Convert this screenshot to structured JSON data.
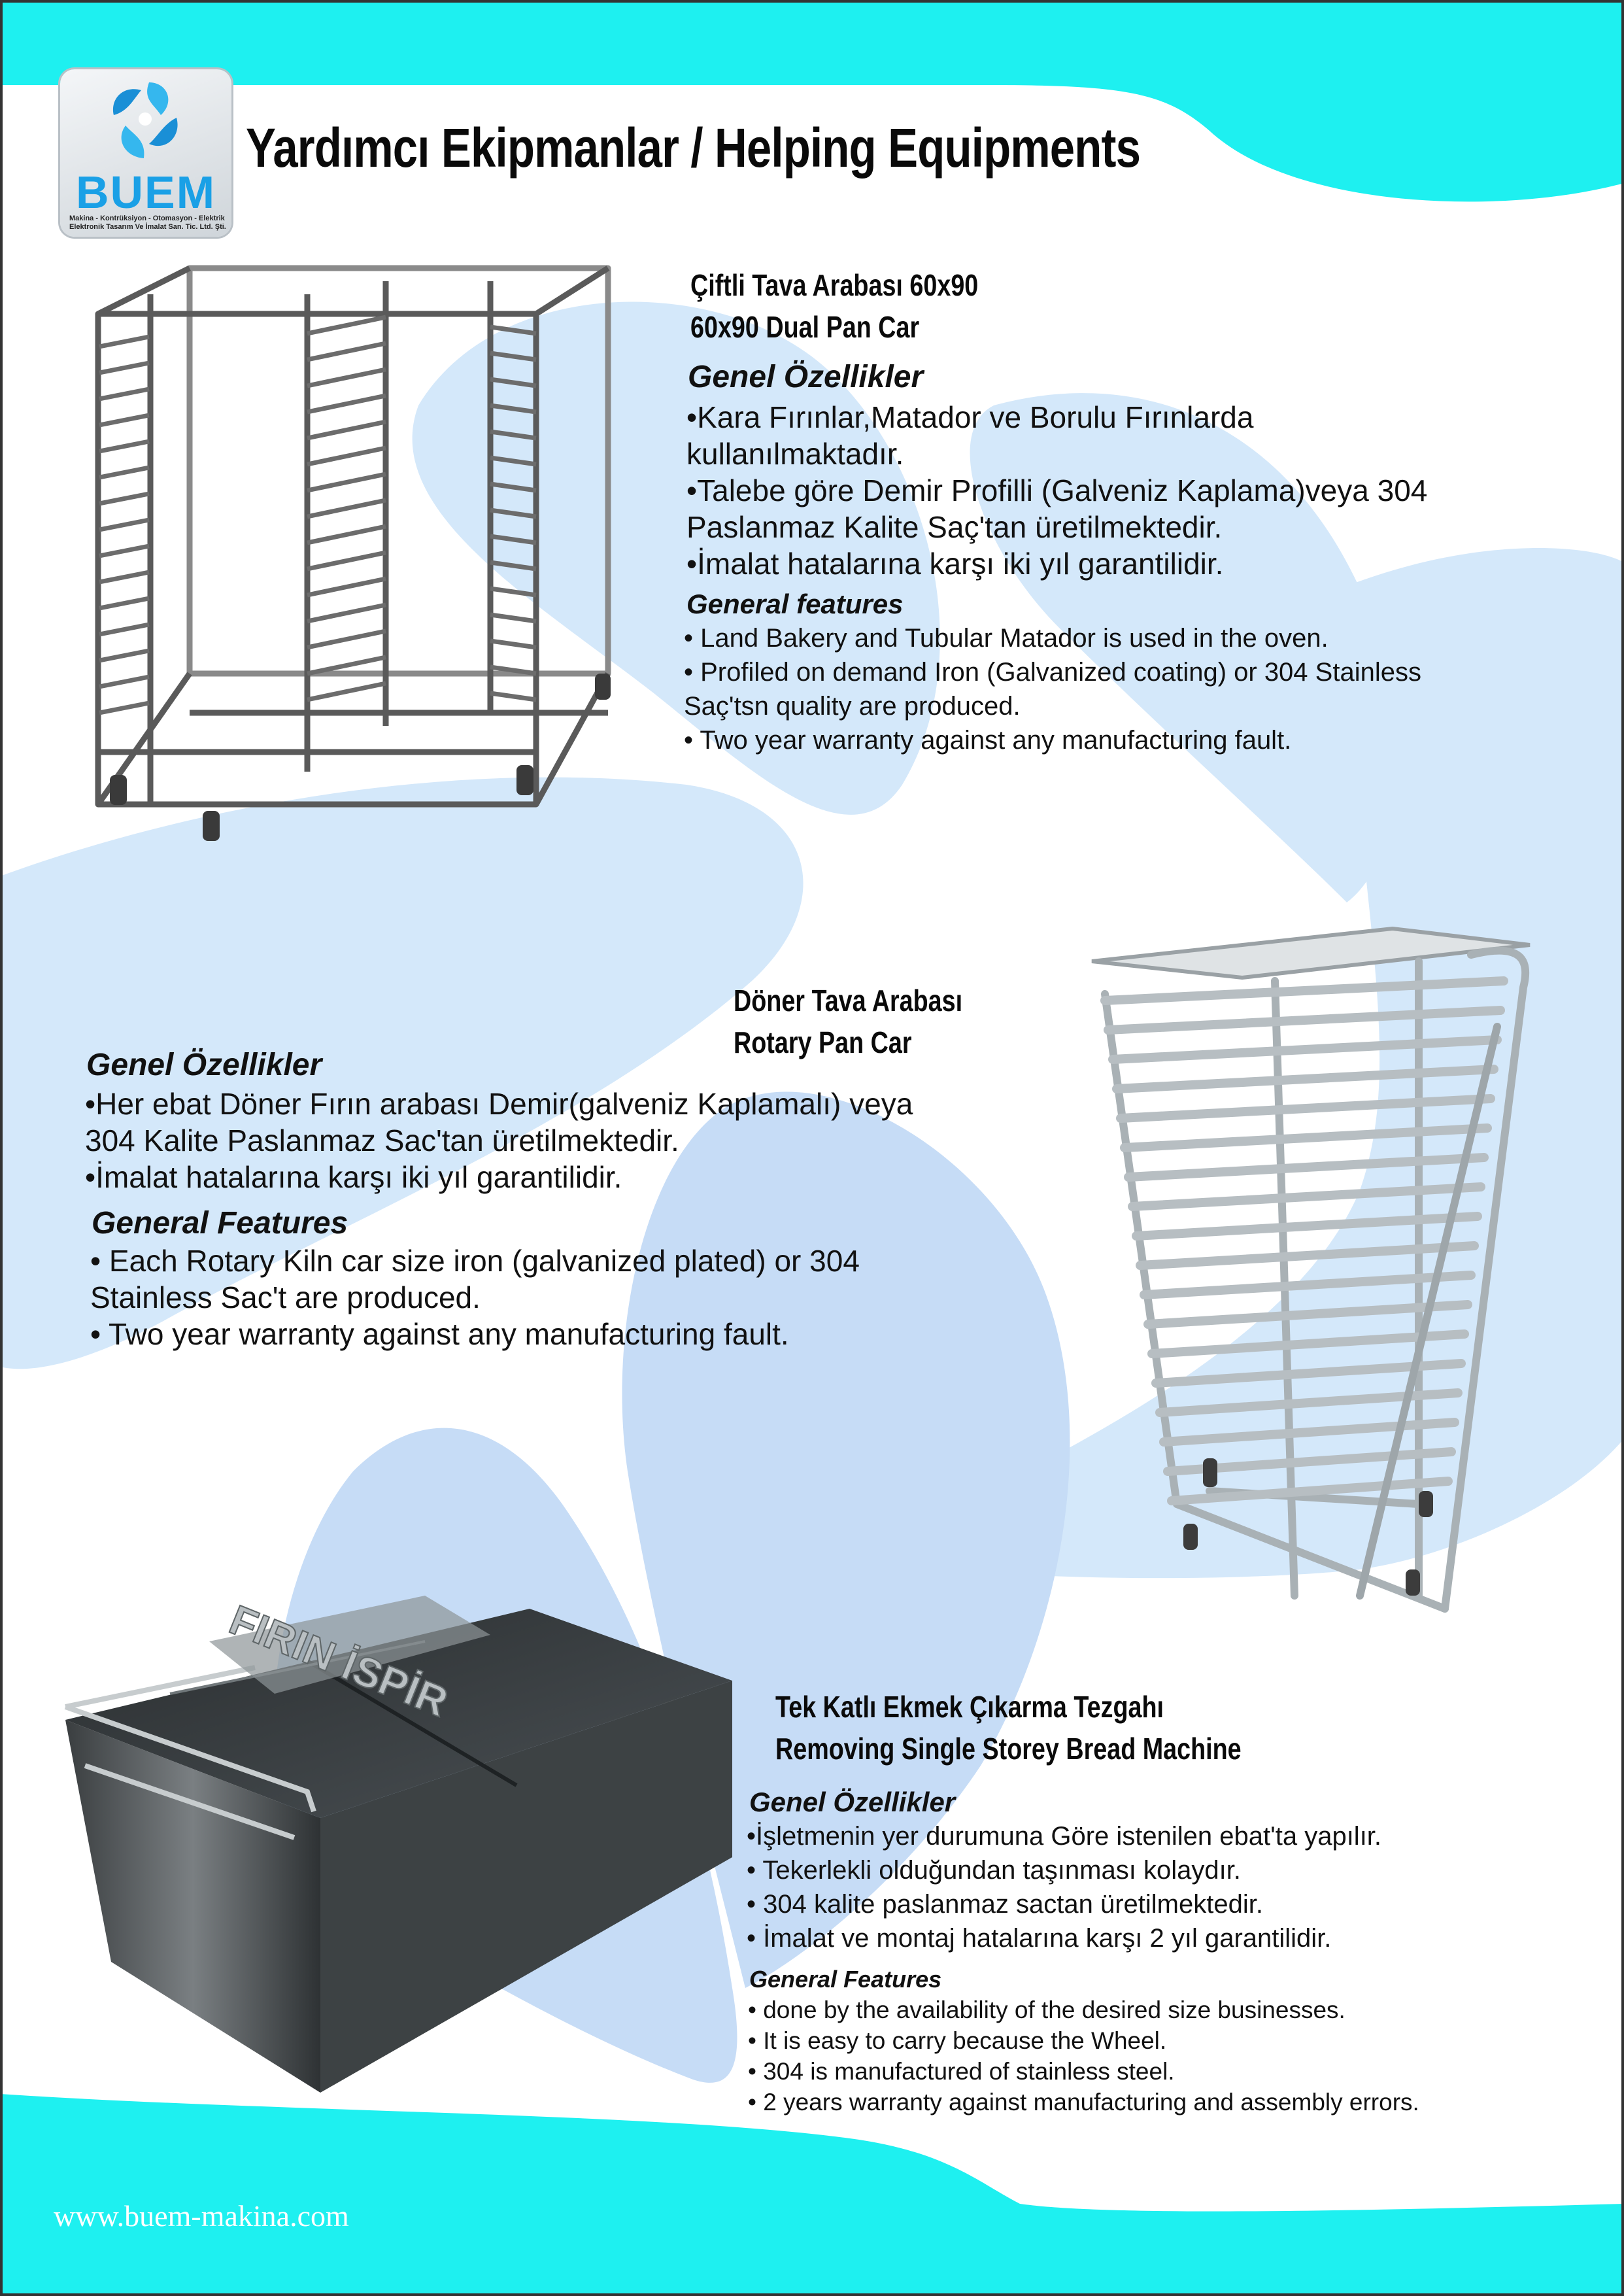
{
  "header": {
    "logo_text": "BUEM",
    "logo_subtitle_1": "Makina - Kontrüksiyon - Otomasyon - Elektrik",
    "logo_subtitle_2": "Elektronik Tasarım Ve İmalat San. Tic. Ltd. Şti.",
    "title": "Yardımcı Ekipmanlar / Helping Equipments"
  },
  "colors": {
    "cyan": "#1ef0f0",
    "light_blue": "#d4e8fa",
    "mid_blue": "#c6dcf6"
  },
  "product1": {
    "title_tr": "Çiftli Tava Arabası 60x90",
    "title_en": "60x90 Dual Pan Car",
    "features_tr_heading": "Genel Özellikler",
    "features_tr": [
      "•Kara Fırınlar,Matador ve Borulu Fırınlarda",
      "kullanılmaktadır.",
      "•Talebe göre Demir Profilli (Galveniz Kaplama)veya 304",
      "Paslanmaz Kalite Saç'tan üretilmektedir.",
      "•İmalat hatalarına karşı iki yıl garantilidir."
    ],
    "features_en_heading": "General features",
    "features_en": [
      "• Land Bakery and Tubular Matador is used in the oven.",
      "• Profiled on demand Iron (Galvanized coating) or 304 Stainless",
      "Saç'tsn quality are produced.",
      "• Two year warranty against any manufacturing fault."
    ]
  },
  "product2": {
    "title_tr": "Döner Tava Arabası",
    "title_en": "Rotary Pan Car",
    "features_tr_heading": "Genel Özellikler",
    "features_tr": [
      "•Her ebat Döner Fırın arabası Demir(galveniz Kaplamalı) veya",
      "304 Kalite Paslanmaz Sac'tan üretilmektedir.",
      "•İmalat hatalarına karşı iki yıl garantilidir."
    ],
    "features_en_heading": "General Features",
    "features_en": [
      "• Each Rotary Kiln car size iron (galvanized plated) or 304",
      "Stainless Sac't are produced.",
      "• Two year warranty against any manufacturing fault."
    ]
  },
  "product3": {
    "title_tr": "Tek Katlı Ekmek Çıkarma Tezgahı",
    "title_en": "Removing Single Storey Bread Machine",
    "machine_label": "FIRIN İSPİR",
    "features_tr_heading": "Genel Özellikler",
    "features_tr": [
      "•İşletmenin yer durumuna Göre istenilen ebat'ta yapılır.",
      "• Tekerlekli olduğundan taşınması kolaydır.",
      "• 304 kalite paslanmaz sactan üretilmektedir.",
      "• İmalat ve montaj hatalarına karşı 2 yıl garantilidir."
    ],
    "features_en_heading": "General Features",
    "features_en": [
      "• done by the availability of the desired size businesses.",
      "• It is easy to carry because the Wheel.",
      "• 304 is manufactured of stainless steel.",
      "• 2 years warranty against manufacturing and assembly errors."
    ]
  },
  "footer": {
    "website": "www.buem-makina.com"
  }
}
